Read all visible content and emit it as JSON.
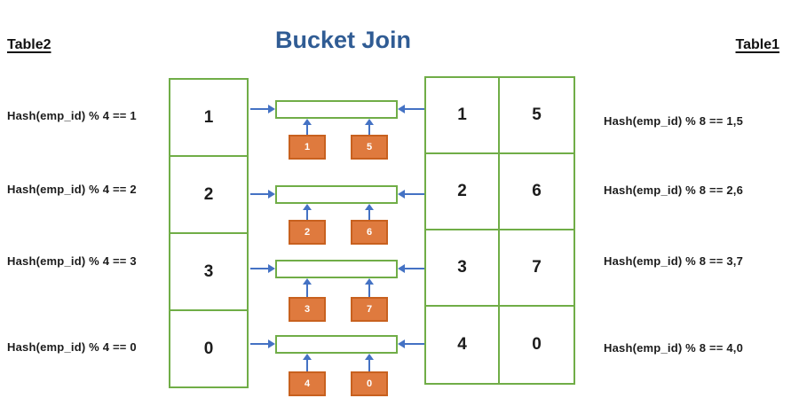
{
  "title": "Bucket Join",
  "left_table": {
    "header": "Table2",
    "rows": [
      "1",
      "2",
      "3",
      "0"
    ],
    "labels": [
      "Hash(emp_id) % 4 == 1",
      "Hash(emp_id) % 4 == 2",
      "Hash(emp_id) % 4 == 3",
      "Hash(emp_id) % 4 == 0"
    ]
  },
  "right_table": {
    "header": "Table1",
    "rows": [
      [
        "1",
        "5"
      ],
      [
        "2",
        "6"
      ],
      [
        "3",
        "7"
      ],
      [
        "4",
        "0"
      ]
    ],
    "labels": [
      "Hash(emp_id) % 8 == 1,5",
      "Hash(emp_id) % 8 == 2,6",
      "Hash(emp_id) % 8 == 3,7",
      "Hash(emp_id) % 8 == 4,0"
    ]
  },
  "buckets": [
    {
      "chips": [
        "1",
        "5"
      ]
    },
    {
      "chips": [
        "2",
        "6"
      ]
    },
    {
      "chips": [
        "3",
        "7"
      ]
    },
    {
      "chips": [
        "4",
        "0"
      ]
    }
  ],
  "colors": {
    "table_border": "#70AD47",
    "arrow": "#4472C4",
    "chip_fill": "#DF7A3E",
    "chip_border": "#C8611F",
    "title": "#305C94"
  }
}
